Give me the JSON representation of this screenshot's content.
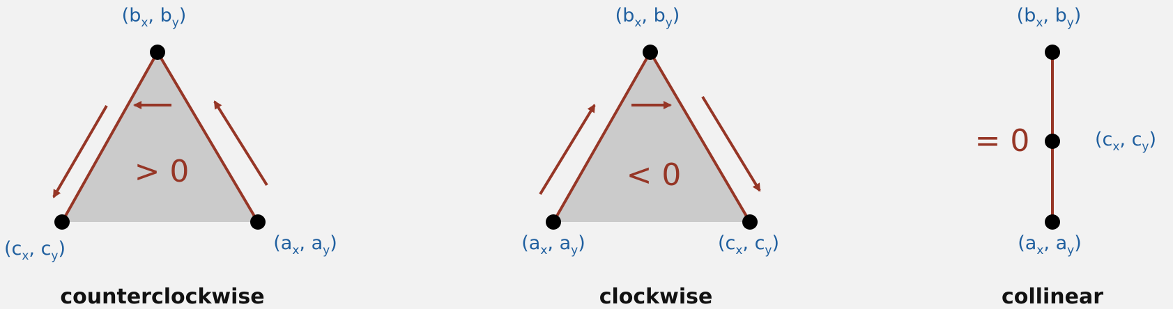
{
  "colors": {
    "background": "#f2f2f2",
    "fill": "#cbcbcb",
    "edge": "#963626",
    "label": "#1f5f9f",
    "point": "#000000",
    "caption": "#111111"
  },
  "panels": [
    {
      "caption": "counterclockwise",
      "sign": "> 0",
      "point_labels": {
        "b": {
          "open": "(b",
          "x": "x",
          "sep": ", b",
          "y": "y",
          "close": ")"
        },
        "c": {
          "open": "(c",
          "x": "x",
          "sep": ", c",
          "y": "y",
          "close": ")"
        },
        "a": {
          "open": "(a",
          "x": "x",
          "sep": ", a",
          "y": "y",
          "close": ")"
        }
      }
    },
    {
      "caption": "clockwise",
      "sign": "< 0",
      "point_labels": {
        "b": {
          "open": "(b",
          "x": "x",
          "sep": ", b",
          "y": "y",
          "close": ")"
        },
        "a": {
          "open": "(a",
          "x": "x",
          "sep": ", a",
          "y": "y",
          "close": ")"
        },
        "c": {
          "open": "(c",
          "x": "x",
          "sep": ", c",
          "y": "y",
          "close": ")"
        }
      }
    },
    {
      "caption": "collinear",
      "sign": "= 0",
      "point_labels": {
        "b": {
          "open": "(b",
          "x": "x",
          "sep": ", b",
          "y": "y",
          "close": ")"
        },
        "c": {
          "open": "(c",
          "x": "x",
          "sep": ", c",
          "y": "y",
          "close": ")"
        },
        "a": {
          "open": "(a",
          "x": "x",
          "sep": ", a",
          "y": "y",
          "close": ")"
        }
      }
    }
  ]
}
